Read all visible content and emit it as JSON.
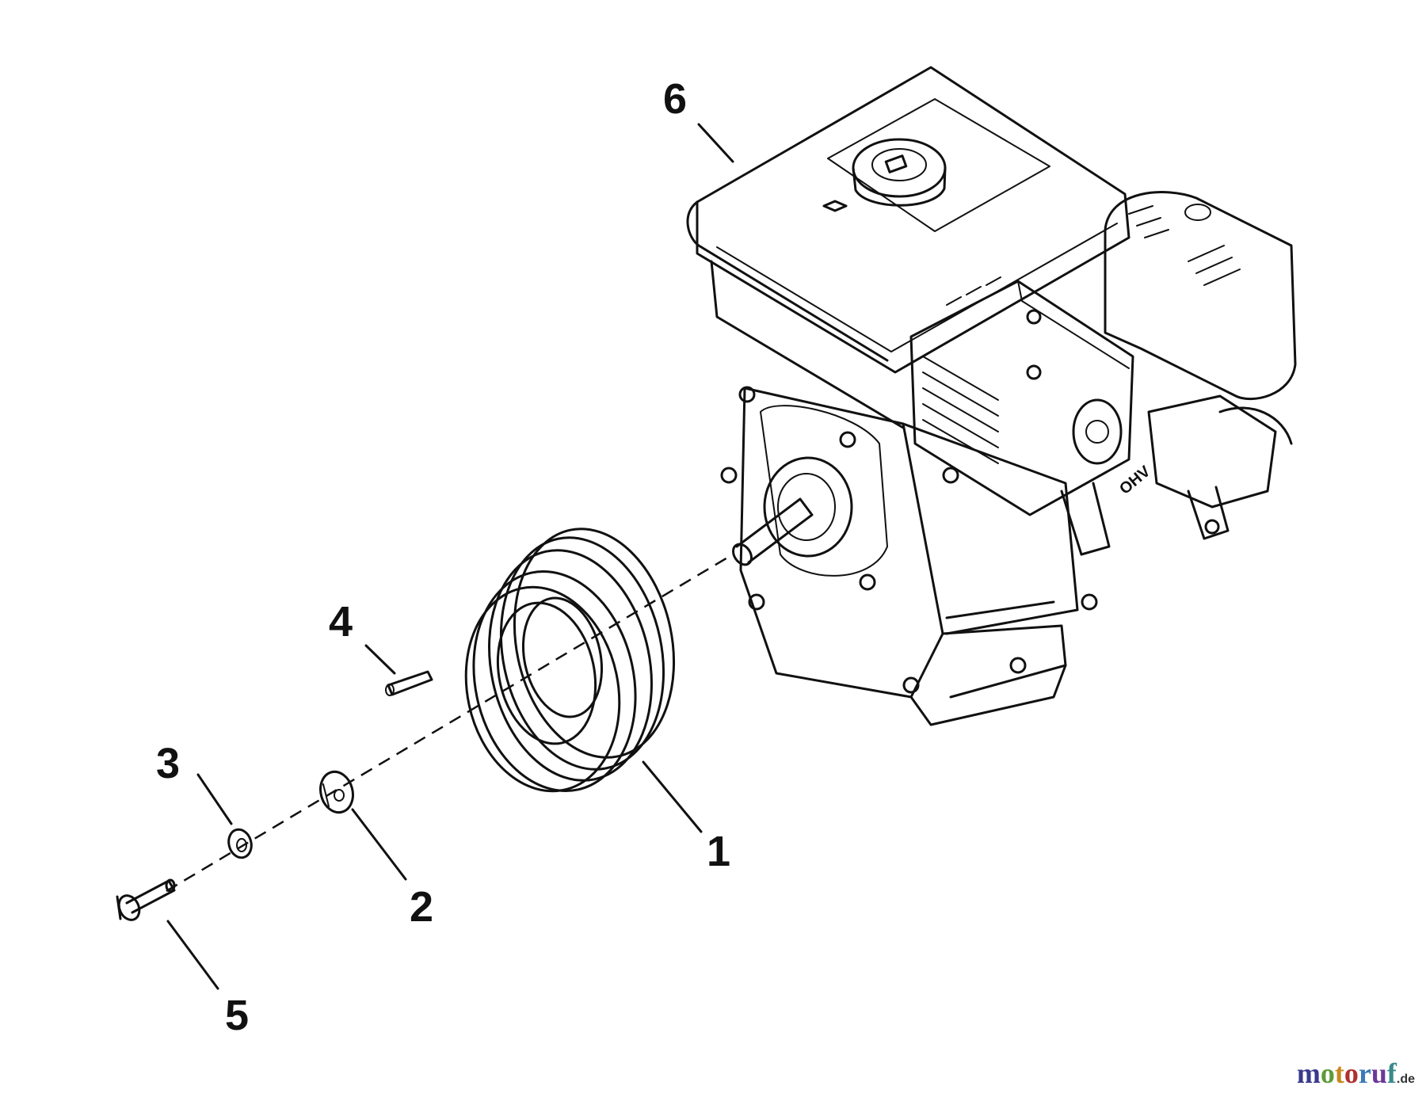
{
  "callouts": [
    {
      "id": "1",
      "label": "1"
    },
    {
      "id": "2",
      "label": "2"
    },
    {
      "id": "3",
      "label": "3"
    },
    {
      "id": "4",
      "label": "4"
    },
    {
      "id": "5",
      "label": "5"
    },
    {
      "id": "6",
      "label": "6"
    }
  ],
  "watermark": {
    "letters": [
      "m",
      "o",
      "t",
      "o",
      "r",
      "u",
      "f"
    ],
    "suffix": ".de"
  }
}
